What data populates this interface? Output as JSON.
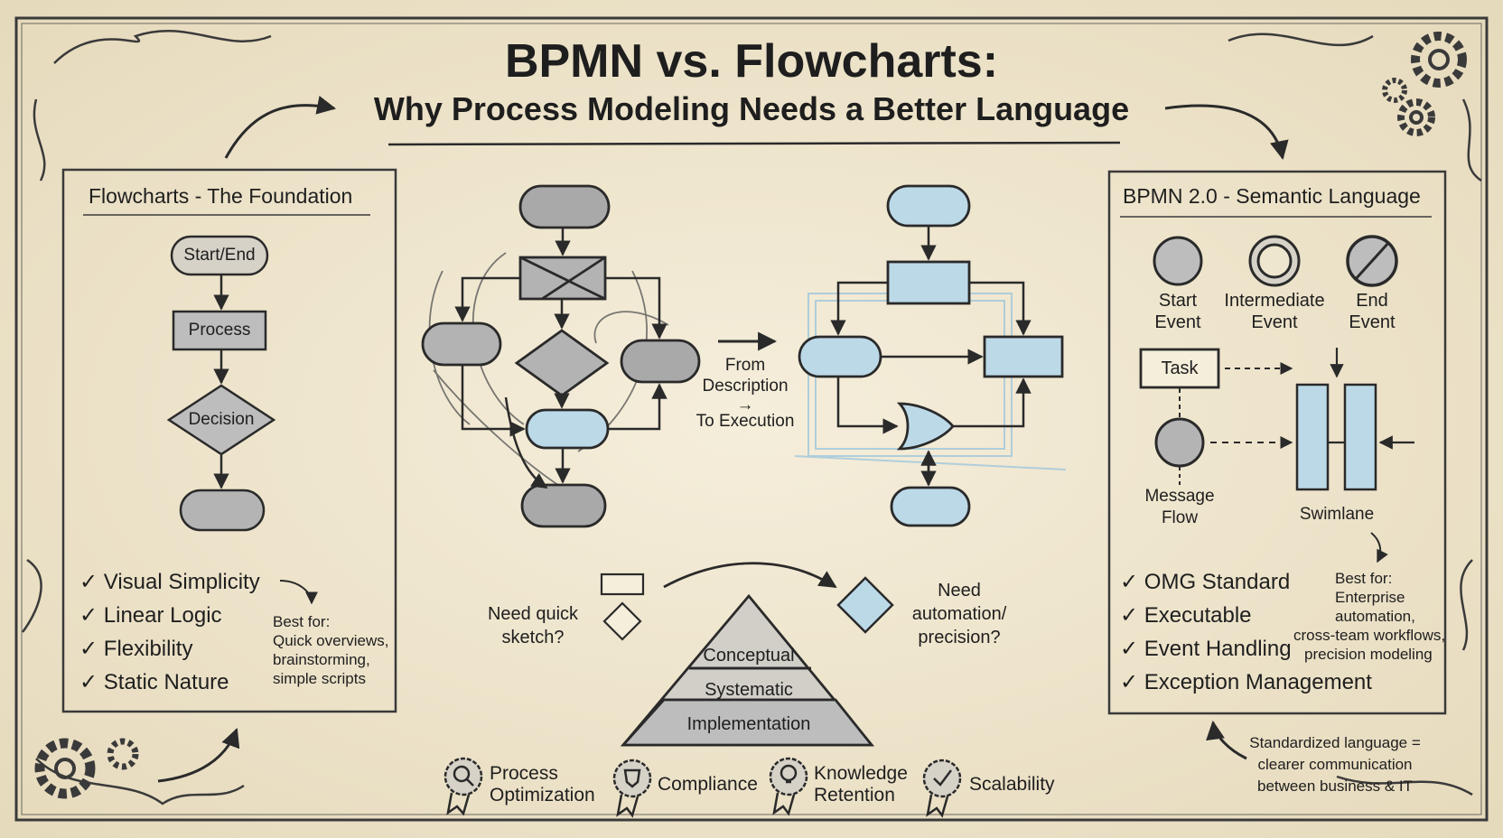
{
  "title": "BPMN vs. Flowcharts:",
  "subtitle": "Why Process Modeling Needs a Better Language",
  "left_panel": {
    "title": "Flowcharts - The Foundation",
    "nodes": {
      "start_end": "Start/End",
      "process": "Process",
      "decision": "Decision"
    },
    "checks": [
      "✓ Visual Simplicity",
      "✓ Linear Logic",
      "✓ Flexibility",
      "✓ Static Nature"
    ],
    "best_for": [
      "Best for:",
      "Quick overviews,",
      "brainstorming,",
      "simple scripts"
    ]
  },
  "center": {
    "transition": [
      "From",
      "Description",
      "→",
      "To Execution"
    ],
    "need_quick": [
      "Need quick",
      "sketch?"
    ],
    "need_automation": [
      "Need",
      "automation/",
      "precision?"
    ],
    "pyramid": [
      "Conceptual",
      "Systematic",
      "Implementation"
    ]
  },
  "right_panel": {
    "title": "BPMN 2.0 - Semantic Language",
    "events": [
      {
        "label": [
          "Start",
          "Event"
        ]
      },
      {
        "label": [
          "Intermediate",
          "Event"
        ]
      },
      {
        "label": [
          "End",
          "Event"
        ]
      }
    ],
    "task": "Task",
    "message_flow": [
      "Message",
      "Flow"
    ],
    "swimlane": "Swimlane",
    "checks": [
      "✓ OMG Standard",
      "✓ Executable",
      "✓ Event Handling",
      "✓ Exception Management"
    ],
    "best_for": [
      "Best for:",
      "Enterprise",
      "automation,",
      "cross-team workflows,",
      "precision modeling"
    ],
    "note": [
      "Standardized language =",
      "clearer communication",
      "between business & IT"
    ]
  },
  "benefits": [
    {
      "label": [
        "Process",
        "Optimization"
      ],
      "icon": "magnifier-badge-icon"
    },
    {
      "label": [
        "Compliance"
      ],
      "icon": "shield-badge-icon"
    },
    {
      "label": [
        "Knowledge",
        "Retention"
      ],
      "icon": "lightbulb-badge-icon"
    },
    {
      "label": [
        "Scalability"
      ],
      "icon": "check-badge-icon"
    }
  ],
  "colors": {
    "paper": "#efe6cf",
    "ink": "#2a2a2a",
    "bpmn_blue": "#bcd9e8",
    "grey_fill": "#bdbdbd"
  }
}
